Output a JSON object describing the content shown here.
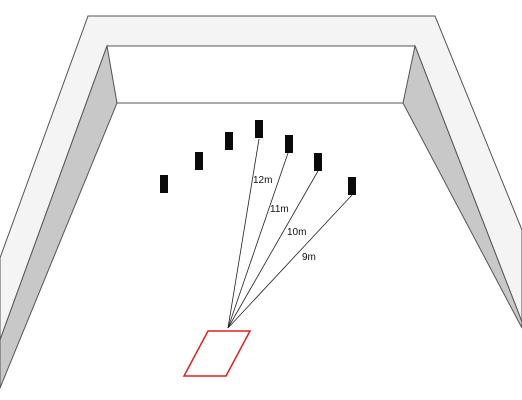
{
  "colors": {
    "background": "#ffffff",
    "wall_top": "#f4f4f4",
    "wall_side": "#c8c8c8",
    "wall_stroke": "#555555",
    "target": "#0a0a0a",
    "line": "#222222",
    "origin_marker": "#e02020"
  },
  "targets": [
    {
      "id": "t1",
      "distance_label": ""
    },
    {
      "id": "t2",
      "distance_label": ""
    },
    {
      "id": "t3",
      "distance_label": ""
    },
    {
      "id": "t4",
      "distance_label": "12m"
    },
    {
      "id": "t5",
      "distance_label": "11m"
    },
    {
      "id": "t6",
      "distance_label": "10m"
    },
    {
      "id": "t7",
      "distance_label": "9m"
    }
  ],
  "labels": {
    "d12": "12m",
    "d11": "11m",
    "d10": "10m",
    "d9": "9m"
  }
}
